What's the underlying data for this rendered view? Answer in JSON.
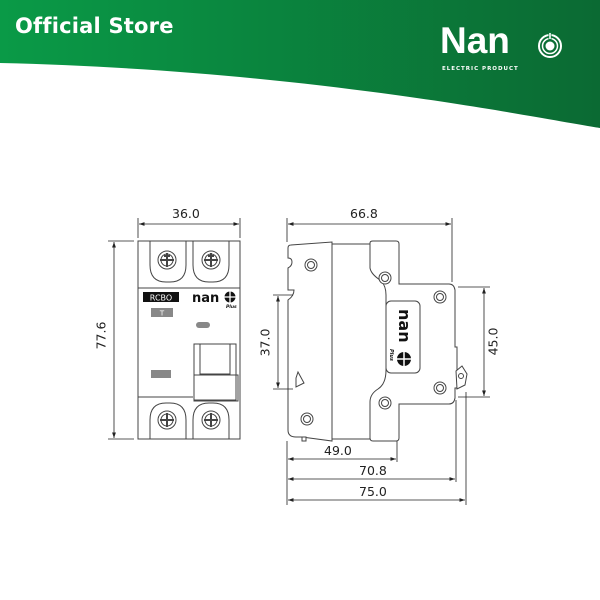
{
  "header": {
    "title": "Official Store",
    "brand": {
      "name": "Nan",
      "tagline": "ELECTRIC PRODUCT",
      "icon": "power-circle-icon"
    },
    "colors": {
      "banner_start": "#0a9a47",
      "banner_end": "#0b6e34",
      "text": "#ffffff"
    }
  },
  "drawing": {
    "front_view": {
      "labels": {
        "device_type": "RCBO",
        "test_button": "T",
        "brand": "nan",
        "brand_sub": "Plus"
      },
      "dimensions": {
        "width": "36.0",
        "height": "77.6"
      }
    },
    "side_view": {
      "labels": {
        "brand": "nan",
        "brand_sub": "Plus"
      },
      "dimensions": {
        "top_width": "66.8",
        "rail_height": "37.0",
        "right_height": "45.0",
        "bottom_1": "49.0",
        "bottom_2": "70.8",
        "bottom_3": "75.0"
      }
    },
    "line_color": "#444444"
  }
}
